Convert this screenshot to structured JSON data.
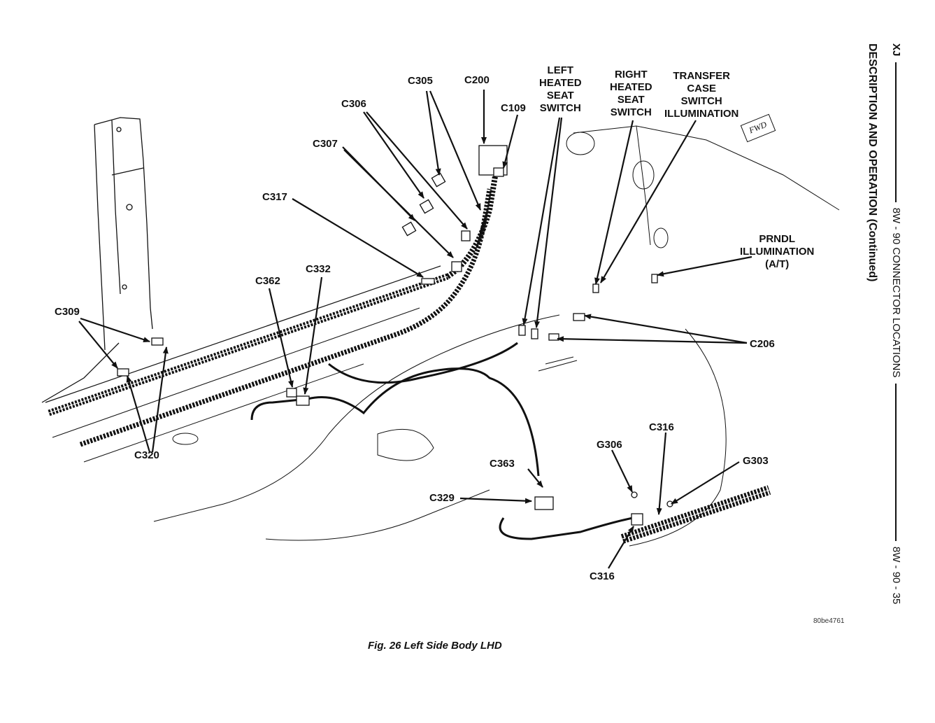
{
  "header": {
    "model": "XJ",
    "section": "8W - 90 CONNECTOR LOCATIONS",
    "subtitle": "DESCRIPTION AND OPERATION (Continued)",
    "page_number": "8W - 90 - 35"
  },
  "figure": {
    "caption": "Fig. 26 Left Side Body LHD",
    "code": "80be4761",
    "direction_marker": "FWD"
  },
  "callouts": {
    "c305": "C305",
    "c200": "C200",
    "c109": "C109",
    "c306": "C306",
    "c307": "C307",
    "c317": "C317",
    "c362": "C362",
    "c332": "C332",
    "c309": "C309",
    "c320": "C320",
    "left_heated_seat_switch": "LEFT\nHEATED\nSEAT\nSWITCH",
    "right_heated_seat_switch": "RIGHT\nHEATED\nSEAT\nSWITCH",
    "transfer_case_switch_illumination": "TRANSFER\nCASE\nSWITCH\nILLUMINATION",
    "prndl_illumination": "PRNDL\nILLUMINATION\n(A/T)",
    "c206": "C206",
    "c316_top": "C316",
    "g306": "G306",
    "g303": "G303",
    "c363": "C363",
    "c329": "C329",
    "c316_bottom": "C316"
  }
}
